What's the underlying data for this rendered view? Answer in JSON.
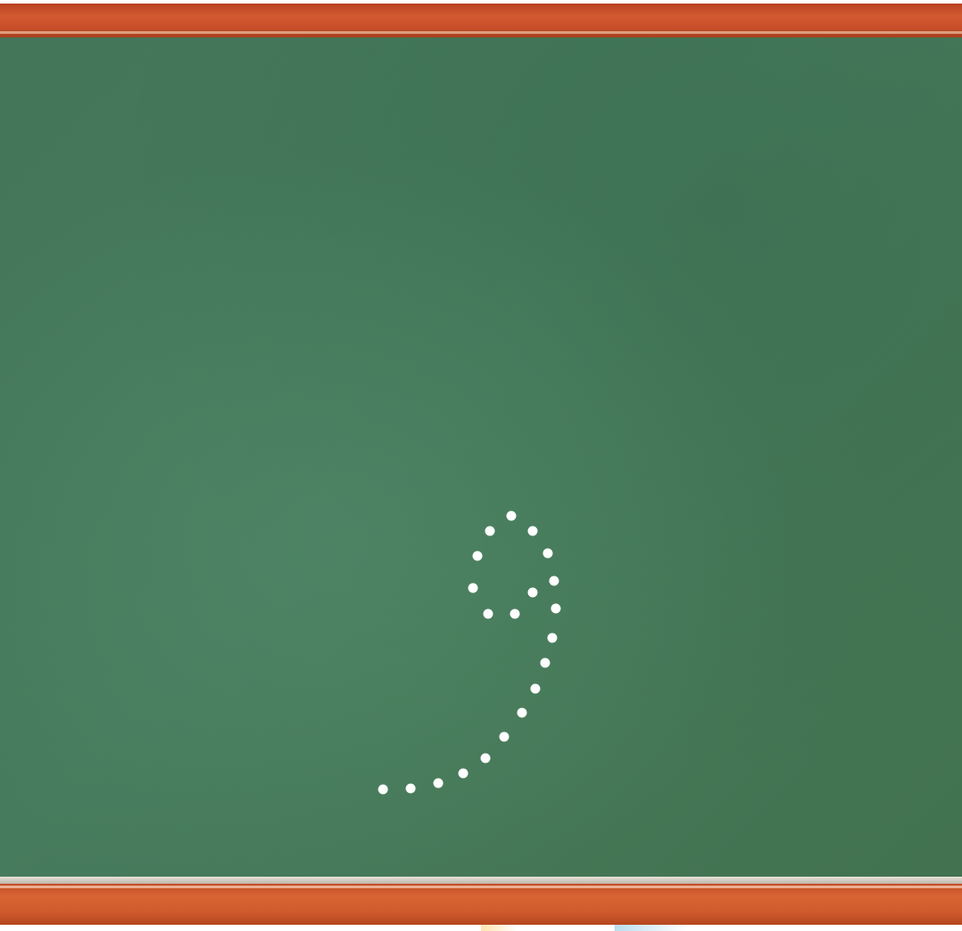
{
  "scene": {
    "subject": "chalkboard",
    "tracing_glyph": "9",
    "dot_count": 22
  },
  "colors": {
    "board": "#44765a",
    "frame": "#cd552b",
    "dots": "#ffffff"
  }
}
